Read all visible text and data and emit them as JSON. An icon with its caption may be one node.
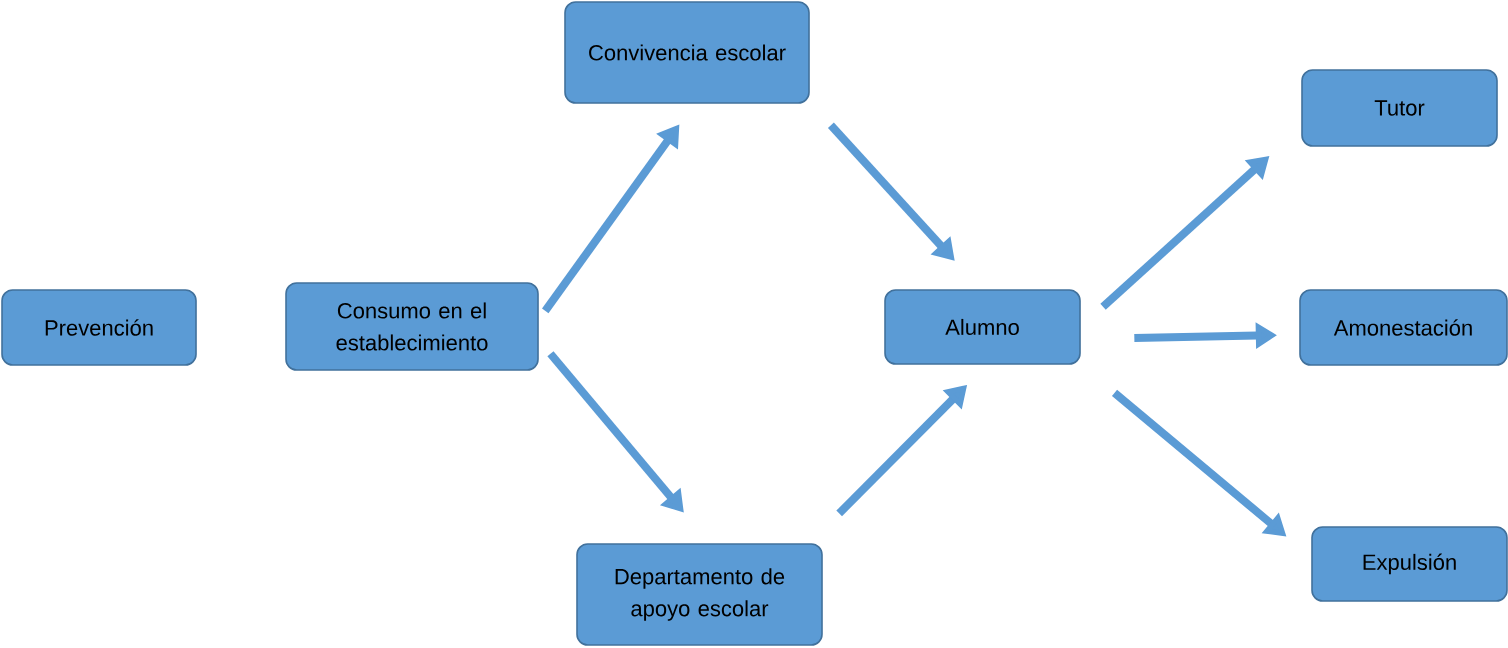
{
  "diagram": {
    "nodes": [
      {
        "text": [
          "Prevención"
        ]
      },
      {
        "text": [
          "Consumo en el establecimiento"
        ]
      },
      {
        "text": [
          "Convivencia escolar"
        ]
      },
      {
        "text": [
          "Departamento de apoyo escolar"
        ]
      },
      {
        "text": [
          "Alumno"
        ]
      },
      {
        "text": [
          "Tutor"
        ]
      },
      {
        "text": [
          "Amonestación"
        ]
      },
      {
        "text": [
          "Expulsión"
        ]
      }
    ],
    "edges": [
      {
        "from": 1,
        "to": 2,
        "arrow": "to"
      },
      {
        "from": 1,
        "to": 3,
        "arrow": "to"
      },
      {
        "from": 2,
        "to": 4,
        "arrow": "to"
      },
      {
        "from": 3,
        "to": 4,
        "arrow": "to"
      },
      {
        "from": 4,
        "to": 5,
        "arrow": "to"
      },
      {
        "from": 4,
        "to": 6,
        "arrow": "to"
      },
      {
        "from": 4,
        "to": 7,
        "arrow": "to"
      }
    ]
  }
}
